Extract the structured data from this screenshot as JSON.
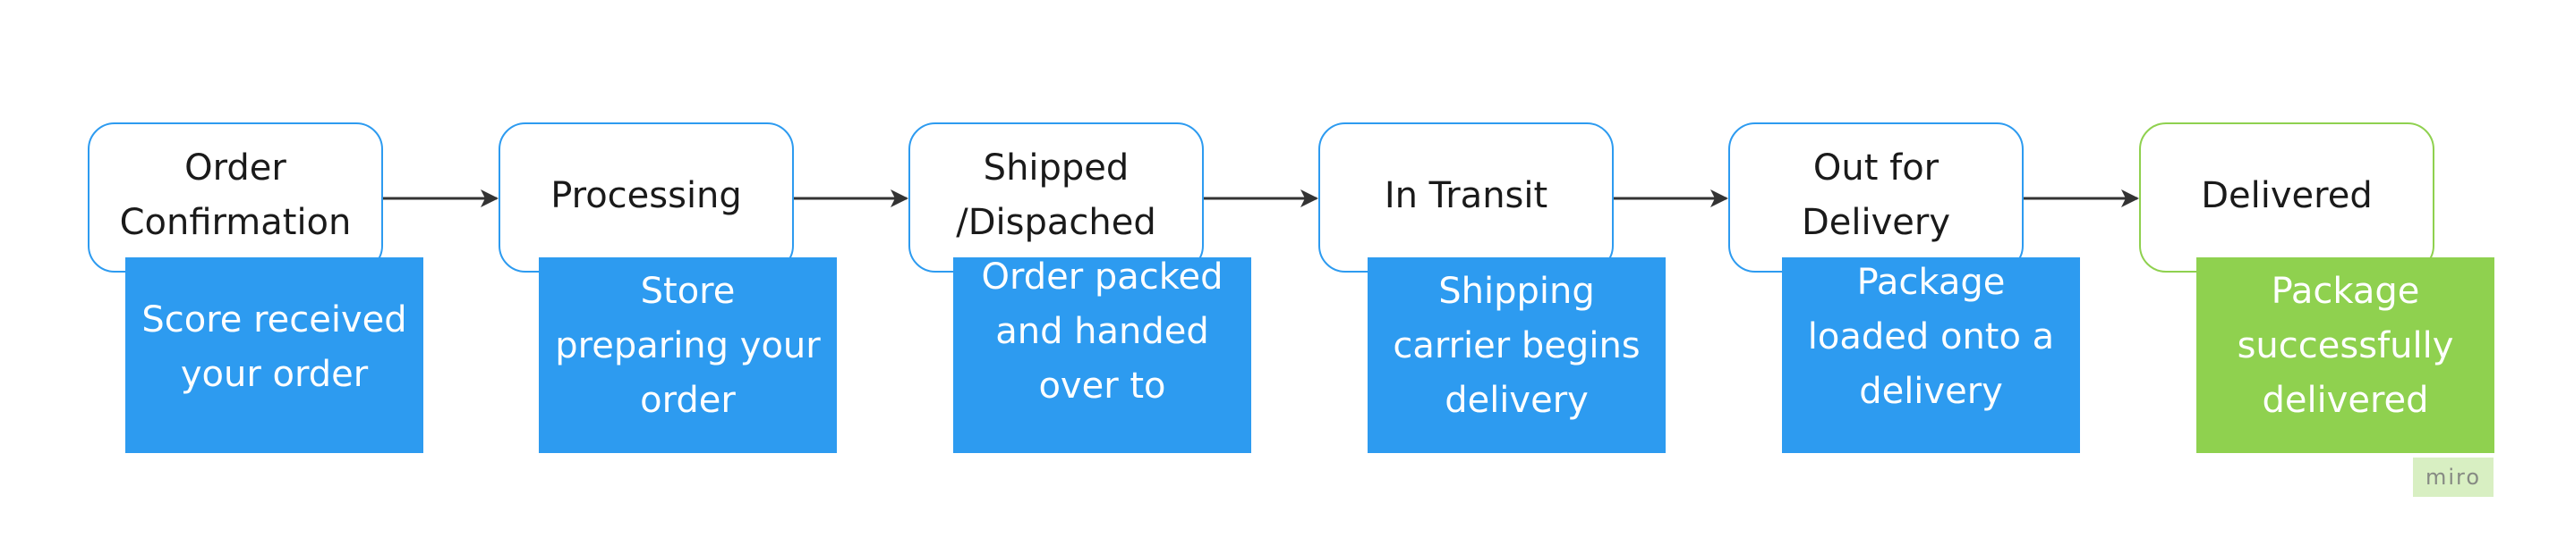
{
  "diagram": {
    "colors": {
      "step_border": "#2d9bf0",
      "final_border": "#8fd14f",
      "note_fill": "#2d9bf0",
      "final_note_fill": "#8fd14f",
      "arrow": "#333333",
      "title_text": "#1a1a1a",
      "note_text": "#ffffff"
    },
    "steps": [
      {
        "title": "Order Confirmation",
        "note": "Score received your order"
      },
      {
        "title": "Processing",
        "note": "Store preparing your order"
      },
      {
        "title": "Shipped /Dispached",
        "note": "Order packed and handed over to"
      },
      {
        "title": "In Transit",
        "note": "Shipping carrier begins delivery"
      },
      {
        "title": "Out for Delivery",
        "note": "Package loaded onto a delivery"
      },
      {
        "title": "Delivered",
        "note": "Package successfully delivered"
      }
    ],
    "connectors": [
      {
        "from": "Order Confirmation",
        "to": "Processing"
      },
      {
        "from": "Processing",
        "to": "Shipped /Dispached"
      },
      {
        "from": "Shipped /Dispached",
        "to": "In Transit"
      },
      {
        "from": "In Transit",
        "to": "Out for Delivery"
      },
      {
        "from": "Out for Delivery",
        "to": "Delivered"
      }
    ],
    "watermark": "miro"
  }
}
